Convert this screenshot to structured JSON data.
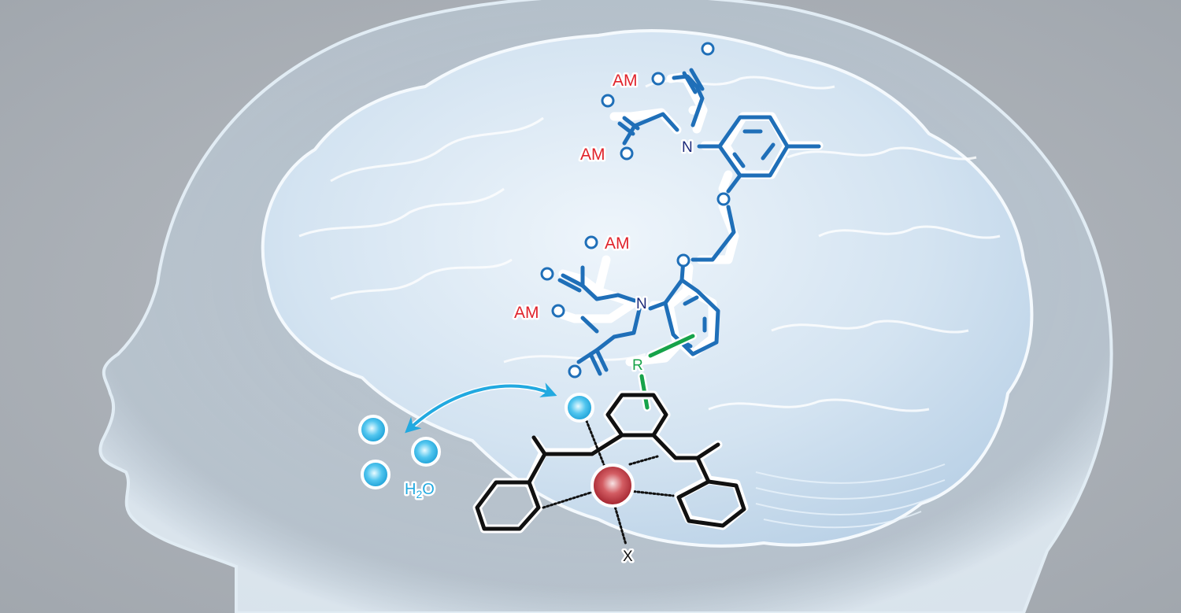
{
  "figure": {
    "description": "Molecular diagram over translucent human head and brain illustration",
    "colors": {
      "background": "#a7adb4",
      "head": "#c9dbe8",
      "brain": "#dbe8f3",
      "bapta": "#1f6fb8",
      "am_label": "#e0232b",
      "nitrogen": "#1c2a7a",
      "linker": "#17a34a",
      "complex": "#111111",
      "metal": "#c1323a",
      "water": "#27b2e6"
    }
  },
  "labels": {
    "am1": "AM",
    "am2": "AM",
    "am3": "AM",
    "am4": "AM",
    "n_top": "N",
    "n_bottom": "N",
    "r_linker": "R",
    "x_ligand": "X",
    "water_h": "H",
    "water_sub": "2",
    "water_o": "O"
  },
  "icons": {
    "exchange_arrow": "double-headed-curved-arrow",
    "metal_center": "red-sphere",
    "water_molecules": "blue-spheres"
  }
}
